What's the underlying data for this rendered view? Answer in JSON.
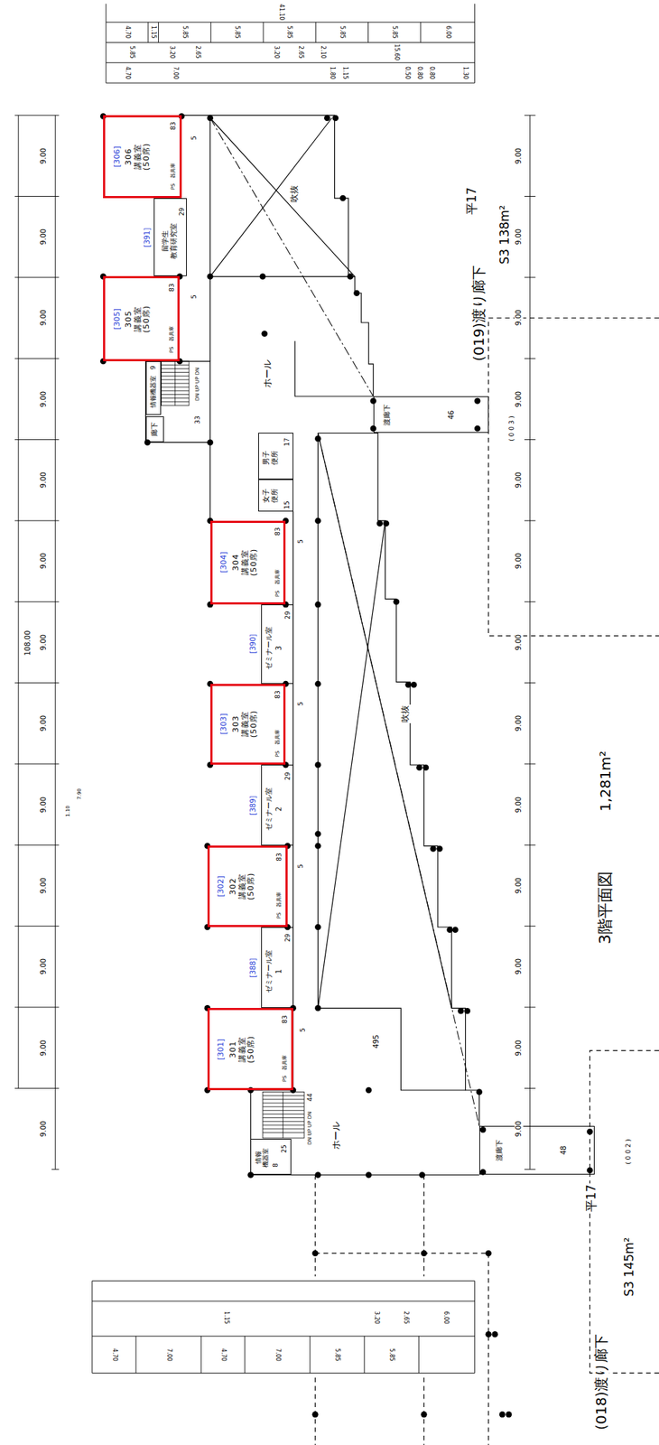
{
  "diagram": {
    "nodes": [
      {
        "text": [
          "[306]",
          "306 講義室 (50席)",
          "83",
          "器具庫",
          "PS"
        ]
      },
      {
        "text": [
          "[391]",
          "留学生 教育研究室",
          "29"
        ]
      },
      {
        "text": [
          "[305]",
          "305 講義室 (50席)",
          "83",
          "器具庫",
          "PS"
        ]
      },
      {
        "text": [
          "情報機器室",
          "9"
        ]
      },
      {
        "text": [
          "廊下"
        ]
      },
      {
        "text": [
          "男子 便所",
          "17"
        ]
      },
      {
        "text": [
          "女子 便所",
          "15"
        ]
      },
      {
        "text": [
          "[304]",
          "304 講義室 (50席)",
          "83",
          "器具庫",
          "PS"
        ]
      },
      {
        "text": [
          "[390]",
          "ゼミナール室",
          "3",
          "29"
        ]
      },
      {
        "text": [
          "[303]",
          "303 講義室 (50席)",
          "83",
          "器具庫",
          "PS"
        ]
      },
      {
        "text": [
          "[389]",
          "ゼミナール室",
          "2",
          "29"
        ]
      },
      {
        "text": [
          "[302]",
          "302 講義室 (50席)",
          "83",
          "器具庫",
          "PS"
        ]
      },
      {
        "text": [
          "[388]",
          "ゼミナール室",
          "1",
          "29"
        ]
      },
      {
        "text": [
          "[301]",
          "301 講義室 (50席)",
          "83",
          "器具庫",
          "PS"
        ]
      },
      {
        "text": [
          "情報 機器室",
          "8",
          "25"
        ]
      },
      {
        "text": [
          "渡廊下",
          "46"
        ]
      },
      {
        "text": [
          "渡廊下",
          "48"
        ]
      }
    ],
    "labels": [
      "ホール",
      "吹抜",
      "DN UP UP DN",
      "33",
      "5",
      "5",
      "5",
      "5",
      "5",
      "5",
      "吹抜",
      "495",
      "ホール",
      "DN UP UP DN",
      "44",
      "108.00",
      "9.00",
      "9.00",
      "9.00",
      "9.00",
      "9.00",
      "9.00",
      "9.00",
      "9.00",
      "9.00",
      "9.00",
      "9.00",
      "9.00",
      "9.00",
      "9.00",
      "9.00",
      "9.00",
      "9.00",
      "9.00",
      "9.00",
      "9.00",
      "9.00",
      "9.00",
      "9.00",
      "9.00",
      "9.00",
      "9.00",
      "7.90",
      "1.10",
      "( 0 0 3 )",
      "( 0 0 2 )",
      "(019)渡り廊下",
      "平17",
      "S3 138m²",
      "(018)渡り廊下",
      "平17",
      "S3 145m²",
      "3階平面図",
      "1,281m²",
      "41.10",
      "4.70",
      "1.15",
      "5.85",
      "5.85",
      "5.85",
      "5.85",
      "5.85",
      "6.00",
      "5.85",
      "3.20",
      "2.65",
      "3.20",
      "2.65",
      "2.10",
      "15.60",
      "4.70",
      "7.00",
      "1.80",
      "1.15",
      "0.50",
      "0.80",
      "0.80",
      "1.30",
      "4.70",
      "7.00",
      "4.70",
      "7.00",
      "5.85",
      "5.85",
      "1.15",
      "3.20",
      "2.65",
      "6.00"
    ]
  }
}
